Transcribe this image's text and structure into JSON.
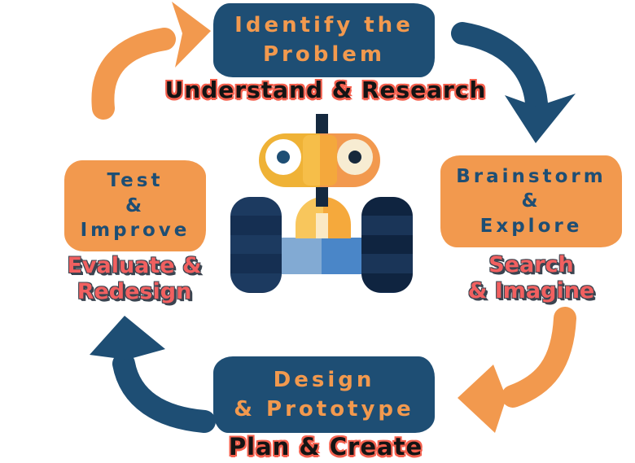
{
  "diagram": {
    "type": "cycle-diagram",
    "stages": {
      "identify": {
        "title_line1": "Identify the",
        "title_line2": "Problem",
        "caption": "Understand & Research"
      },
      "brainstorm": {
        "title_line1": "Brainstorm",
        "title_line2": "&",
        "title_line3": "Explore",
        "caption_line1": "Search",
        "caption_line2": "& Imagine"
      },
      "design": {
        "title_line1": "Design",
        "title_line2": "& Prototype",
        "caption": "Plan & Create"
      },
      "test": {
        "title_line1": "Test",
        "title_line2": "&",
        "title_line3": "Improve",
        "caption_line1": "Evaluate &",
        "caption_line2": "Redesign"
      }
    },
    "icons": {
      "center": "robot-rover-icon",
      "arrow_top_left": "curved-arrow-right-icon",
      "arrow_top_right": "curved-arrow-down-icon",
      "arrow_bottom_right": "curved-arrow-left-icon",
      "arrow_bottom_left": "curved-arrow-up-icon"
    },
    "colors": {
      "navy": "#1E4E74",
      "orange": "#F2994E",
      "salmon_text": "#F16060",
      "black_text": "#141414",
      "red_text_outline": "#F4604E",
      "dark_text_outline": "#3A4450",
      "background": "#FFFFFF",
      "robot_amber": "#EFB236",
      "robot_orange": "#F2994E",
      "robot_cream": "#F7ECD2",
      "robot_dark_navy": "#15293F",
      "robot_axle_light_blue": "#82AAD3",
      "robot_axle_blue": "#4A86C8",
      "robot_wheel_navy": "#1C3A60"
    }
  }
}
